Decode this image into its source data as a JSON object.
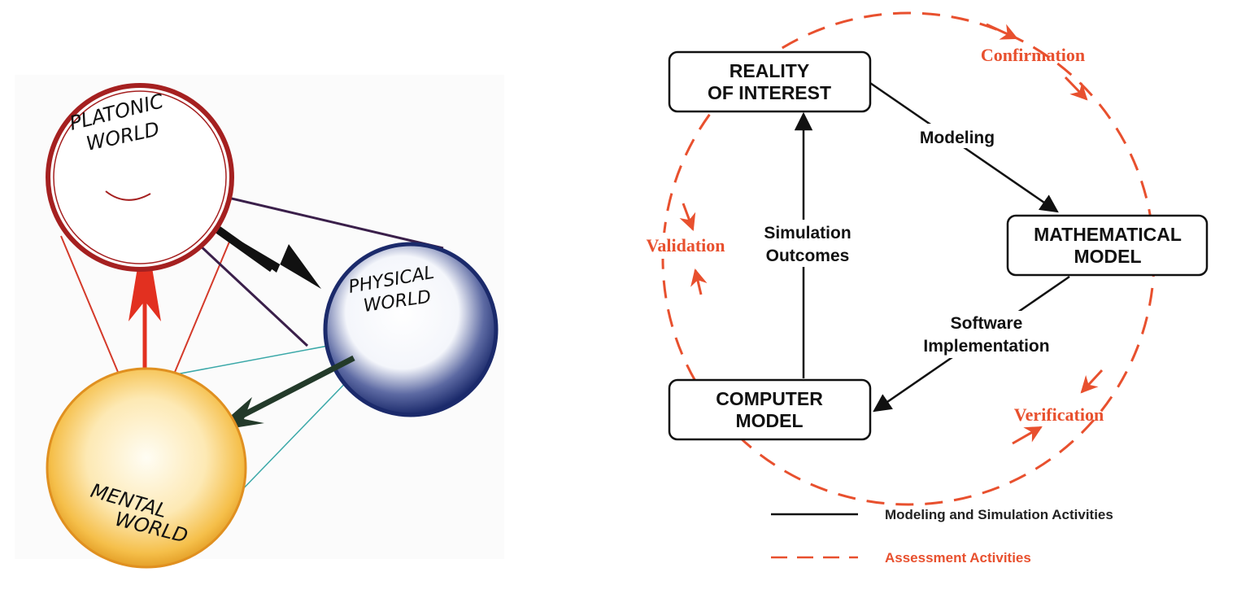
{
  "colors": {
    "assessment": "#e8502e",
    "platonic": "#a52020",
    "physical": "#1b2a6b",
    "mental": "#f0a020",
    "activity": "#111111"
  },
  "left_illustration": {
    "platonic_label": [
      "PLATONIC",
      "WORLD"
    ],
    "physical_label": [
      "PHYSICAL",
      "WORLD"
    ],
    "mental_label": [
      "MENTAL",
      "WORLD"
    ]
  },
  "diagram": {
    "boxes": {
      "reality": [
        "REALITY",
        "OF INTEREST"
      ],
      "math_model": [
        "MATHEMATICAL",
        "MODEL"
      ],
      "computer_model": [
        "COMPUTER",
        "MODEL"
      ]
    },
    "edges": {
      "modeling": "Modeling",
      "software": [
        "Software",
        "Implementation"
      ],
      "simulation": [
        "Simulation",
        "Outcomes"
      ]
    },
    "assessments": {
      "confirmation": "Confirmation",
      "validation": "Validation",
      "verification": "Verification"
    },
    "legend": {
      "activities": "Modeling and Simulation Activities",
      "assessment": "Assessment Activities"
    }
  }
}
